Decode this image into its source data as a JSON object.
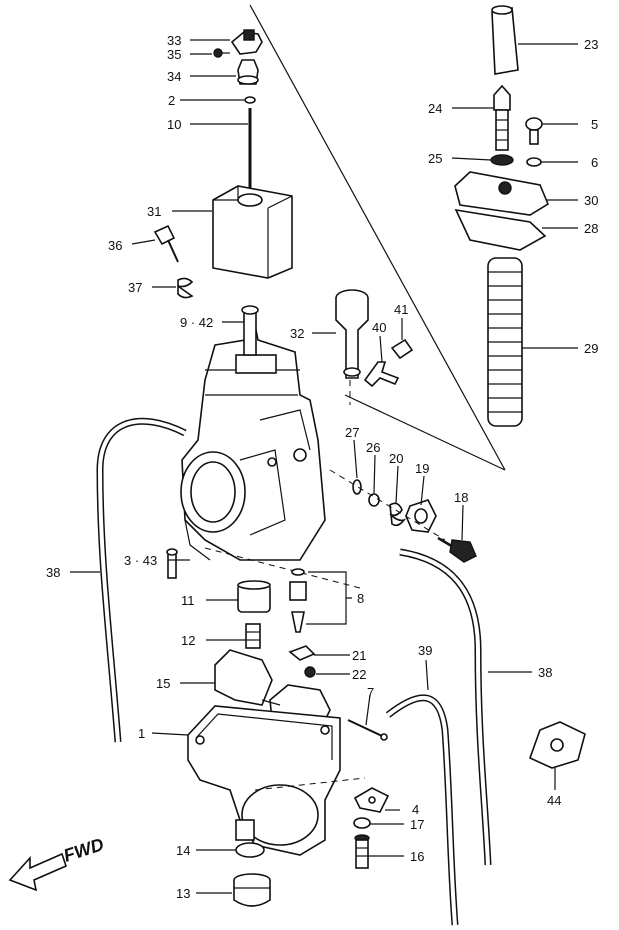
{
  "diagram": {
    "direction_label": "FWD",
    "callouts": [
      {
        "id": "33",
        "text": "33"
      },
      {
        "id": "35",
        "text": "35"
      },
      {
        "id": "34",
        "text": "34"
      },
      {
        "id": "2",
        "text": "2"
      },
      {
        "id": "10",
        "text": "10"
      },
      {
        "id": "31",
        "text": "31"
      },
      {
        "id": "36",
        "text": "36"
      },
      {
        "id": "37",
        "text": "37"
      },
      {
        "id": "9-42",
        "text": "9 · 42"
      },
      {
        "id": "32",
        "text": "32"
      },
      {
        "id": "40",
        "text": "40"
      },
      {
        "id": "41",
        "text": "41"
      },
      {
        "id": "27",
        "text": "27"
      },
      {
        "id": "26",
        "text": "26"
      },
      {
        "id": "20",
        "text": "20"
      },
      {
        "id": "19",
        "text": "19"
      },
      {
        "id": "18",
        "text": "18"
      },
      {
        "id": "3-43",
        "text": "3 · 43"
      },
      {
        "id": "38a",
        "text": "38"
      },
      {
        "id": "11",
        "text": "11"
      },
      {
        "id": "8",
        "text": "8"
      },
      {
        "id": "12",
        "text": "12"
      },
      {
        "id": "21",
        "text": "21"
      },
      {
        "id": "22",
        "text": "22"
      },
      {
        "id": "15",
        "text": "15"
      },
      {
        "id": "39",
        "text": "39"
      },
      {
        "id": "38b",
        "text": "38"
      },
      {
        "id": "7",
        "text": "7"
      },
      {
        "id": "1",
        "text": "1"
      },
      {
        "id": "4",
        "text": "4"
      },
      {
        "id": "17",
        "text": "17"
      },
      {
        "id": "44",
        "text": "44"
      },
      {
        "id": "14",
        "text": "14"
      },
      {
        "id": "16",
        "text": "16"
      },
      {
        "id": "13",
        "text": "13"
      },
      {
        "id": "23",
        "text": "23"
      },
      {
        "id": "24",
        "text": "24"
      },
      {
        "id": "5",
        "text": "5"
      },
      {
        "id": "25",
        "text": "25"
      },
      {
        "id": "6",
        "text": "6"
      },
      {
        "id": "30",
        "text": "30"
      },
      {
        "id": "28",
        "text": "28"
      },
      {
        "id": "29",
        "text": "29"
      }
    ]
  }
}
